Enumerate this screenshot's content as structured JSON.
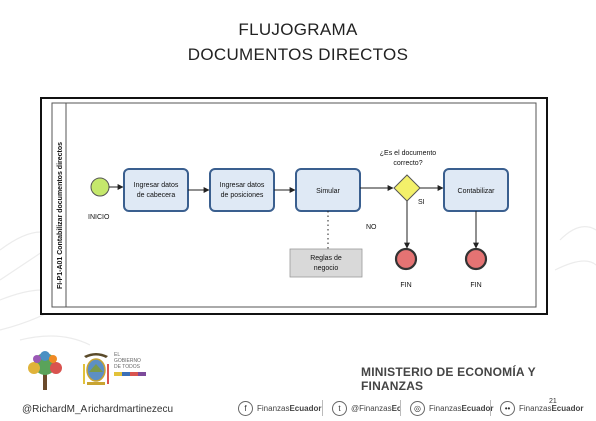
{
  "slide": {
    "title_line1": "FLUJOGRAMA",
    "title_line2": "DOCUMENTOS DIRECTOS",
    "page_number": "21"
  },
  "diagram": {
    "lane_label": "FI-P1-A01 Contabilizar documentos directos",
    "nodes": {
      "start_label": "INICIO",
      "task1": [
        "Ingresar datos",
        "de cabecera"
      ],
      "task2": [
        "Ingresar datos",
        "de posiciones"
      ],
      "task3": "Simular",
      "gateway_question": [
        "¿Es el documento",
        "correcto?"
      ],
      "task4": "Contabilizar",
      "annotation": [
        "Reglas de",
        "negocio"
      ],
      "yes_label": "SI",
      "no_label": "NO",
      "end1_label": "FIN",
      "end2_label": "FIN"
    },
    "colors": {
      "task_fill": "#dfe9f5",
      "task_stroke": "#3a5f8f",
      "start_fill": "#c5e86c",
      "end_fill": "#e57373",
      "gateway_fill": "#f3f06a"
    }
  },
  "footer": {
    "ministry": "MINISTERIO DE ECONOMÍA Y FINANZAS",
    "handle": "@RichardM_A",
    "site": "richardmartinezecu",
    "logo_text": [
      "EL",
      "GOBIERNO",
      "DE TODOS"
    ],
    "social": [
      {
        "icon": "facebook-icon",
        "glyph": "f",
        "prefix": "Finanzas",
        "bold": "Ecuador"
      },
      {
        "icon": "twitter-icon",
        "glyph": "t",
        "prefix": "@Finanzas",
        "bold": "Ec"
      },
      {
        "icon": "instagram-icon",
        "glyph": "◎",
        "prefix": "Finanzas",
        "bold": "Ecuador"
      },
      {
        "icon": "flickr-icon",
        "glyph": "••",
        "prefix": "Finanzas",
        "bold": "Ecuador"
      }
    ]
  }
}
